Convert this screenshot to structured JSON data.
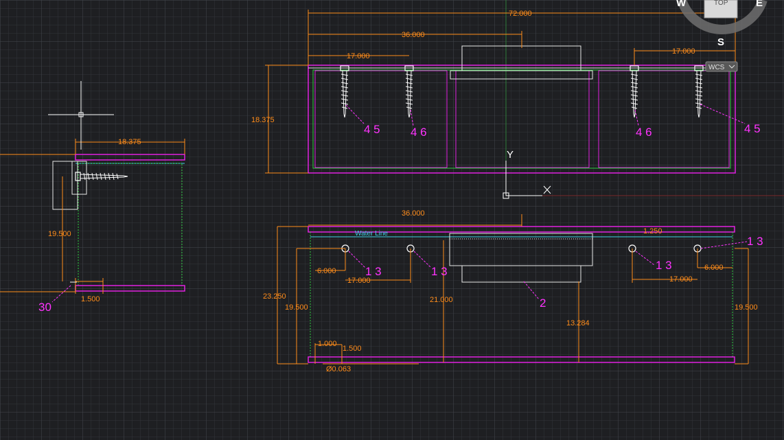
{
  "viewcube": {
    "top_label": "TOP",
    "west": "W",
    "east": "E",
    "south": "S",
    "wcs_label": "WCS"
  },
  "ucs": {
    "x_label": "X",
    "y_label": "Y"
  },
  "colors": {
    "background": "#1e1f22",
    "grid_minor": "#34363b",
    "grid_major": "#43464c",
    "geometry_magenta": "#e020e0",
    "geometry_white": "#e8e8e8",
    "dimension_orange": "#ff8c1a",
    "hidden_green": "#2ecc40",
    "water_line_cyan": "#3fd3e8",
    "callout_magenta": "#ff33ff"
  },
  "top_view": {
    "dims": {
      "overall_width": "72.000",
      "half_width": "36.000",
      "left_screw_offset": "17.000",
      "right_screw_offset": "17.000",
      "depth": "18.375"
    },
    "callouts": [
      "4 5",
      "4 6",
      "4 6",
      "4 5"
    ]
  },
  "side_view": {
    "dims": {
      "depth": "18.375",
      "height": "19.500",
      "bottom_offset": "1.500"
    },
    "callout": "30"
  },
  "front_view": {
    "water_line_label": "Water Line",
    "dims": {
      "half_width": "36.000",
      "rim": "1.250",
      "left_fitting_offset": "6.000",
      "left_spacing": "17.000",
      "right_spacing": "17.000",
      "right_fitting_offset": "6.000",
      "overall_height": "23.250",
      "inner_height_left": "19.500",
      "inner_height_right": "19.500",
      "center_depth": "21.000",
      "center_height": "13.284",
      "bottom_a": "1.000",
      "bottom_b": "1.500",
      "diameter": "Ø0.063"
    },
    "callouts": [
      "1 3",
      "1 3",
      "1 3",
      "1 3",
      "2"
    ]
  }
}
